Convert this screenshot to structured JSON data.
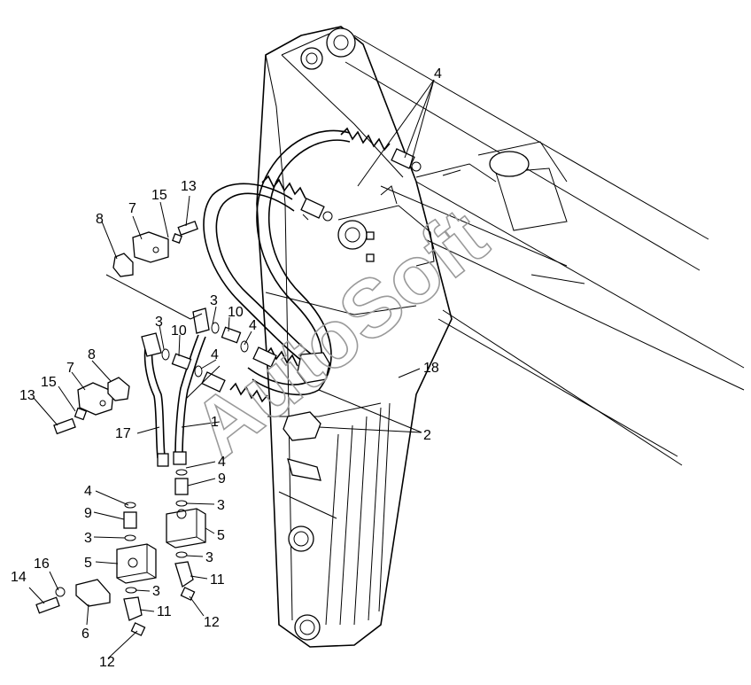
{
  "header_mark": "",
  "watermark": "AutoSoft",
  "callouts": [
    {
      "id": "c4-top",
      "text": "4"
    },
    {
      "id": "c18",
      "text": "18"
    },
    {
      "id": "c2",
      "text": "2"
    },
    {
      "id": "c13-top",
      "text": "13"
    },
    {
      "id": "c15-top",
      "text": "15"
    },
    {
      "id": "c7-top",
      "text": "7"
    },
    {
      "id": "c8-top",
      "text": "8"
    },
    {
      "id": "c3-a",
      "text": "3"
    },
    {
      "id": "c3-b",
      "text": "3"
    },
    {
      "id": "c10-a",
      "text": "10"
    },
    {
      "id": "c10-b",
      "text": "10"
    },
    {
      "id": "c4-a",
      "text": "4"
    },
    {
      "id": "c4-b",
      "text": "4"
    },
    {
      "id": "c8-left",
      "text": "8"
    },
    {
      "id": "c7-left",
      "text": "7"
    },
    {
      "id": "c15-left",
      "text": "15"
    },
    {
      "id": "c13-left",
      "text": "13"
    },
    {
      "id": "c17",
      "text": "17"
    },
    {
      "id": "c1",
      "text": "1"
    },
    {
      "id": "c4-c",
      "text": "4"
    },
    {
      "id": "c9-a",
      "text": "9"
    },
    {
      "id": "c4-d",
      "text": "4"
    },
    {
      "id": "c9-b",
      "text": "9"
    },
    {
      "id": "c3-c",
      "text": "3"
    },
    {
      "id": "c3-d",
      "text": "3"
    },
    {
      "id": "c5-a",
      "text": "5"
    },
    {
      "id": "c5-b",
      "text": "5"
    },
    {
      "id": "c3-e",
      "text": "3"
    },
    {
      "id": "c3-f",
      "text": "3"
    },
    {
      "id": "c11-a",
      "text": "11"
    },
    {
      "id": "c11-b",
      "text": "11"
    },
    {
      "id": "c12-a",
      "text": "12"
    },
    {
      "id": "c12-b",
      "text": "12"
    },
    {
      "id": "c14",
      "text": "14"
    },
    {
      "id": "c16",
      "text": "16"
    },
    {
      "id": "c6",
      "text": "6"
    }
  ]
}
